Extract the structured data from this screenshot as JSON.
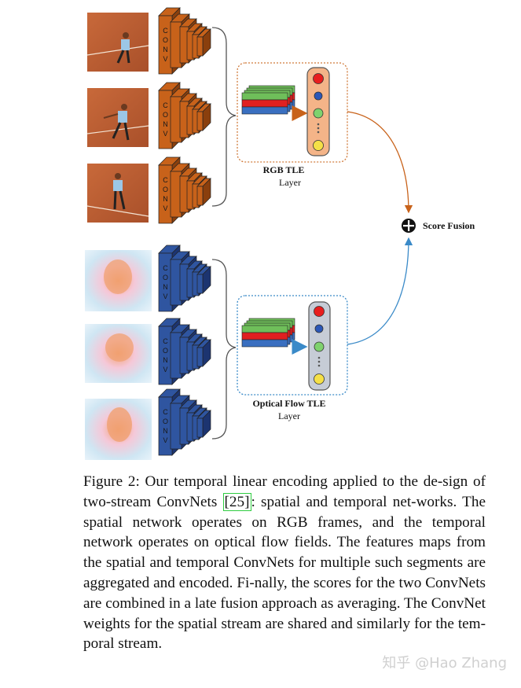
{
  "figure": {
    "conv_label": "CONV",
    "rgb_tle_title": "RGB TLE",
    "rgb_tle_subtitle": "Layer",
    "flow_tle_title": "Optical Flow TLE",
    "flow_tle_subtitle": "Layer",
    "fusion_label": "Score Fusion",
    "colors": {
      "rgb_stream": "#c8621a",
      "flow_stream": "#2f55a0",
      "rgb_box": "#f4b488",
      "flow_box": "#c6ccd6",
      "rgb_border": "#d07a3a",
      "flow_border": "#3a8ac8"
    }
  },
  "caption": {
    "figure_number": "Figure 2:",
    "text_1": " Our temporal linear encoding applied to the de-sign of two-stream ConvNets ",
    "citation": "[25]",
    "text_2": ": spatial and temporal net-works. The spatial network operates on RGB frames, and the temporal network operates on optical flow fields. The features maps from the spatial and temporal ConvNets for multiple such segments are aggregated and encoded. Fi-nally, the scores for the two ConvNets are combined in a late fusion approach as averaging. The ConvNet weights for the spatial stream are shared and similarly for the tem-poral stream."
  },
  "watermark": "知乎 @Hao Zhang"
}
